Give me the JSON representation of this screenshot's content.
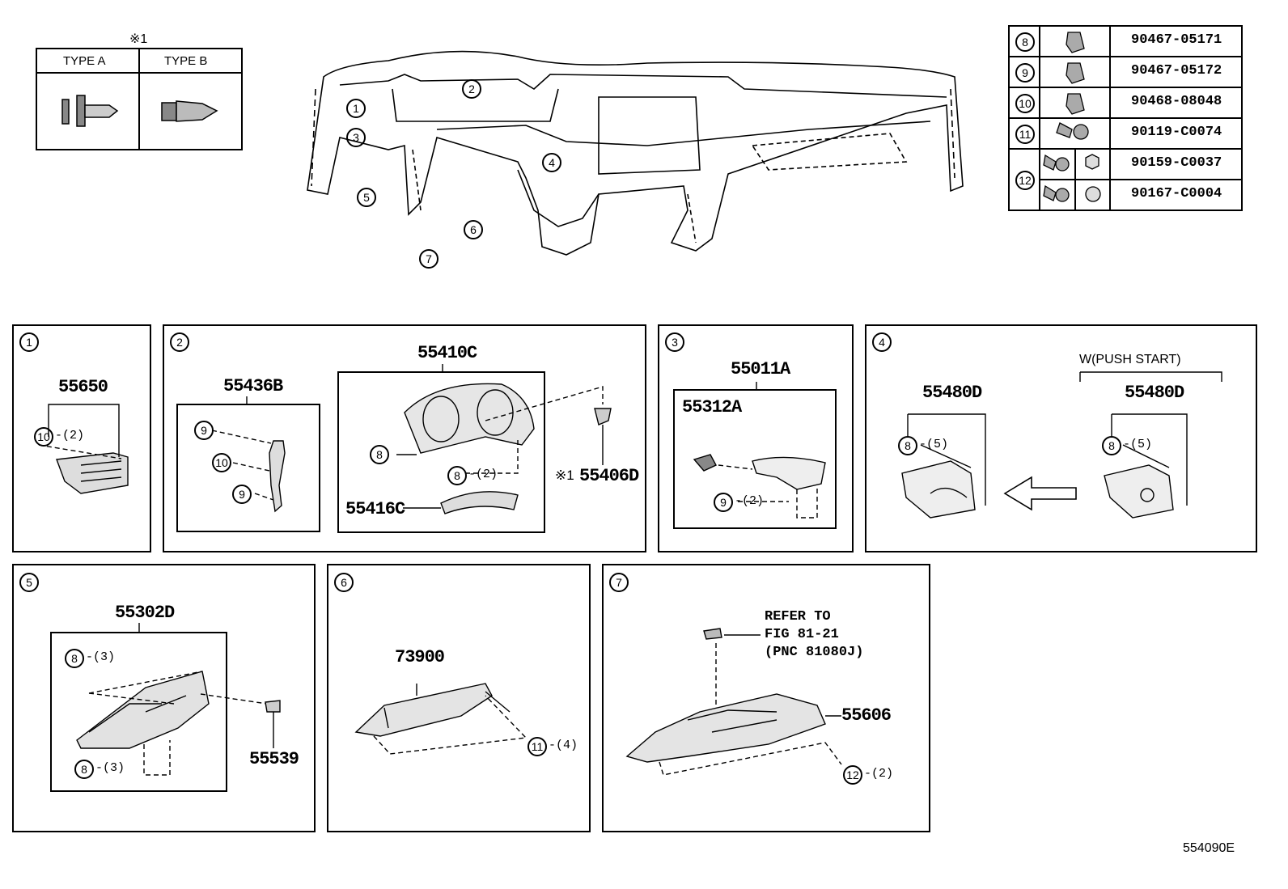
{
  "clip_types": {
    "marker": "※1",
    "type_a": "TYPE A",
    "type_b": "TYPE B"
  },
  "fastener_table": {
    "rows": [
      {
        "ref": "8",
        "part": "90467-05171"
      },
      {
        "ref": "9",
        "part": "90467-05172"
      },
      {
        "ref": "10",
        "part": "90468-08048"
      },
      {
        "ref": "11",
        "part": "90119-C0074"
      },
      {
        "ref": "12",
        "part": "90159-C0037"
      },
      {
        "ref": "12",
        "part": "90167-C0004"
      }
    ]
  },
  "overview_refs": [
    "1",
    "2",
    "3",
    "4",
    "5",
    "6",
    "7"
  ],
  "panels": {
    "p1": {
      "num": "1",
      "part": "55650",
      "call1": "10",
      "qty1": "-(2)"
    },
    "p2": {
      "num": "2",
      "part_bracket": "55436B",
      "part_cluster": "55410C",
      "part_lower": "55416C",
      "part_clip": "55406D",
      "clip_mark": "※1",
      "c9a": "9",
      "c10": "10",
      "c9b": "9",
      "c8a": "8",
      "c8b": "8",
      "qty8b": "-(2)"
    },
    "p3": {
      "num": "3",
      "part_main": "55011A",
      "part_sub": "55312A",
      "c9": "9",
      "qty9": "-(2)"
    },
    "p4": {
      "num": "4",
      "note": "W(PUSH START)",
      "part_left": "55480D",
      "part_right": "55480D",
      "c8a": "8",
      "qty8a": "-(5)",
      "c8b": "8",
      "qty8b": "-(5)"
    },
    "p5": {
      "num": "5",
      "part_main": "55302D",
      "part_small": "55539",
      "c8a": "8",
      "qty8a": "-(3)",
      "c8b": "8",
      "qty8b": "-(3)"
    },
    "p6": {
      "num": "6",
      "part": "73900",
      "c11": "11",
      "qty11": "-(4)"
    },
    "p7": {
      "num": "7",
      "refer1": "REFER TO",
      "refer2": "FIG 81-21",
      "refer3": "(PNC 81080J)",
      "part": "55606",
      "c12": "12",
      "qty12": "-(2)"
    }
  },
  "diagram_code": "554090E"
}
